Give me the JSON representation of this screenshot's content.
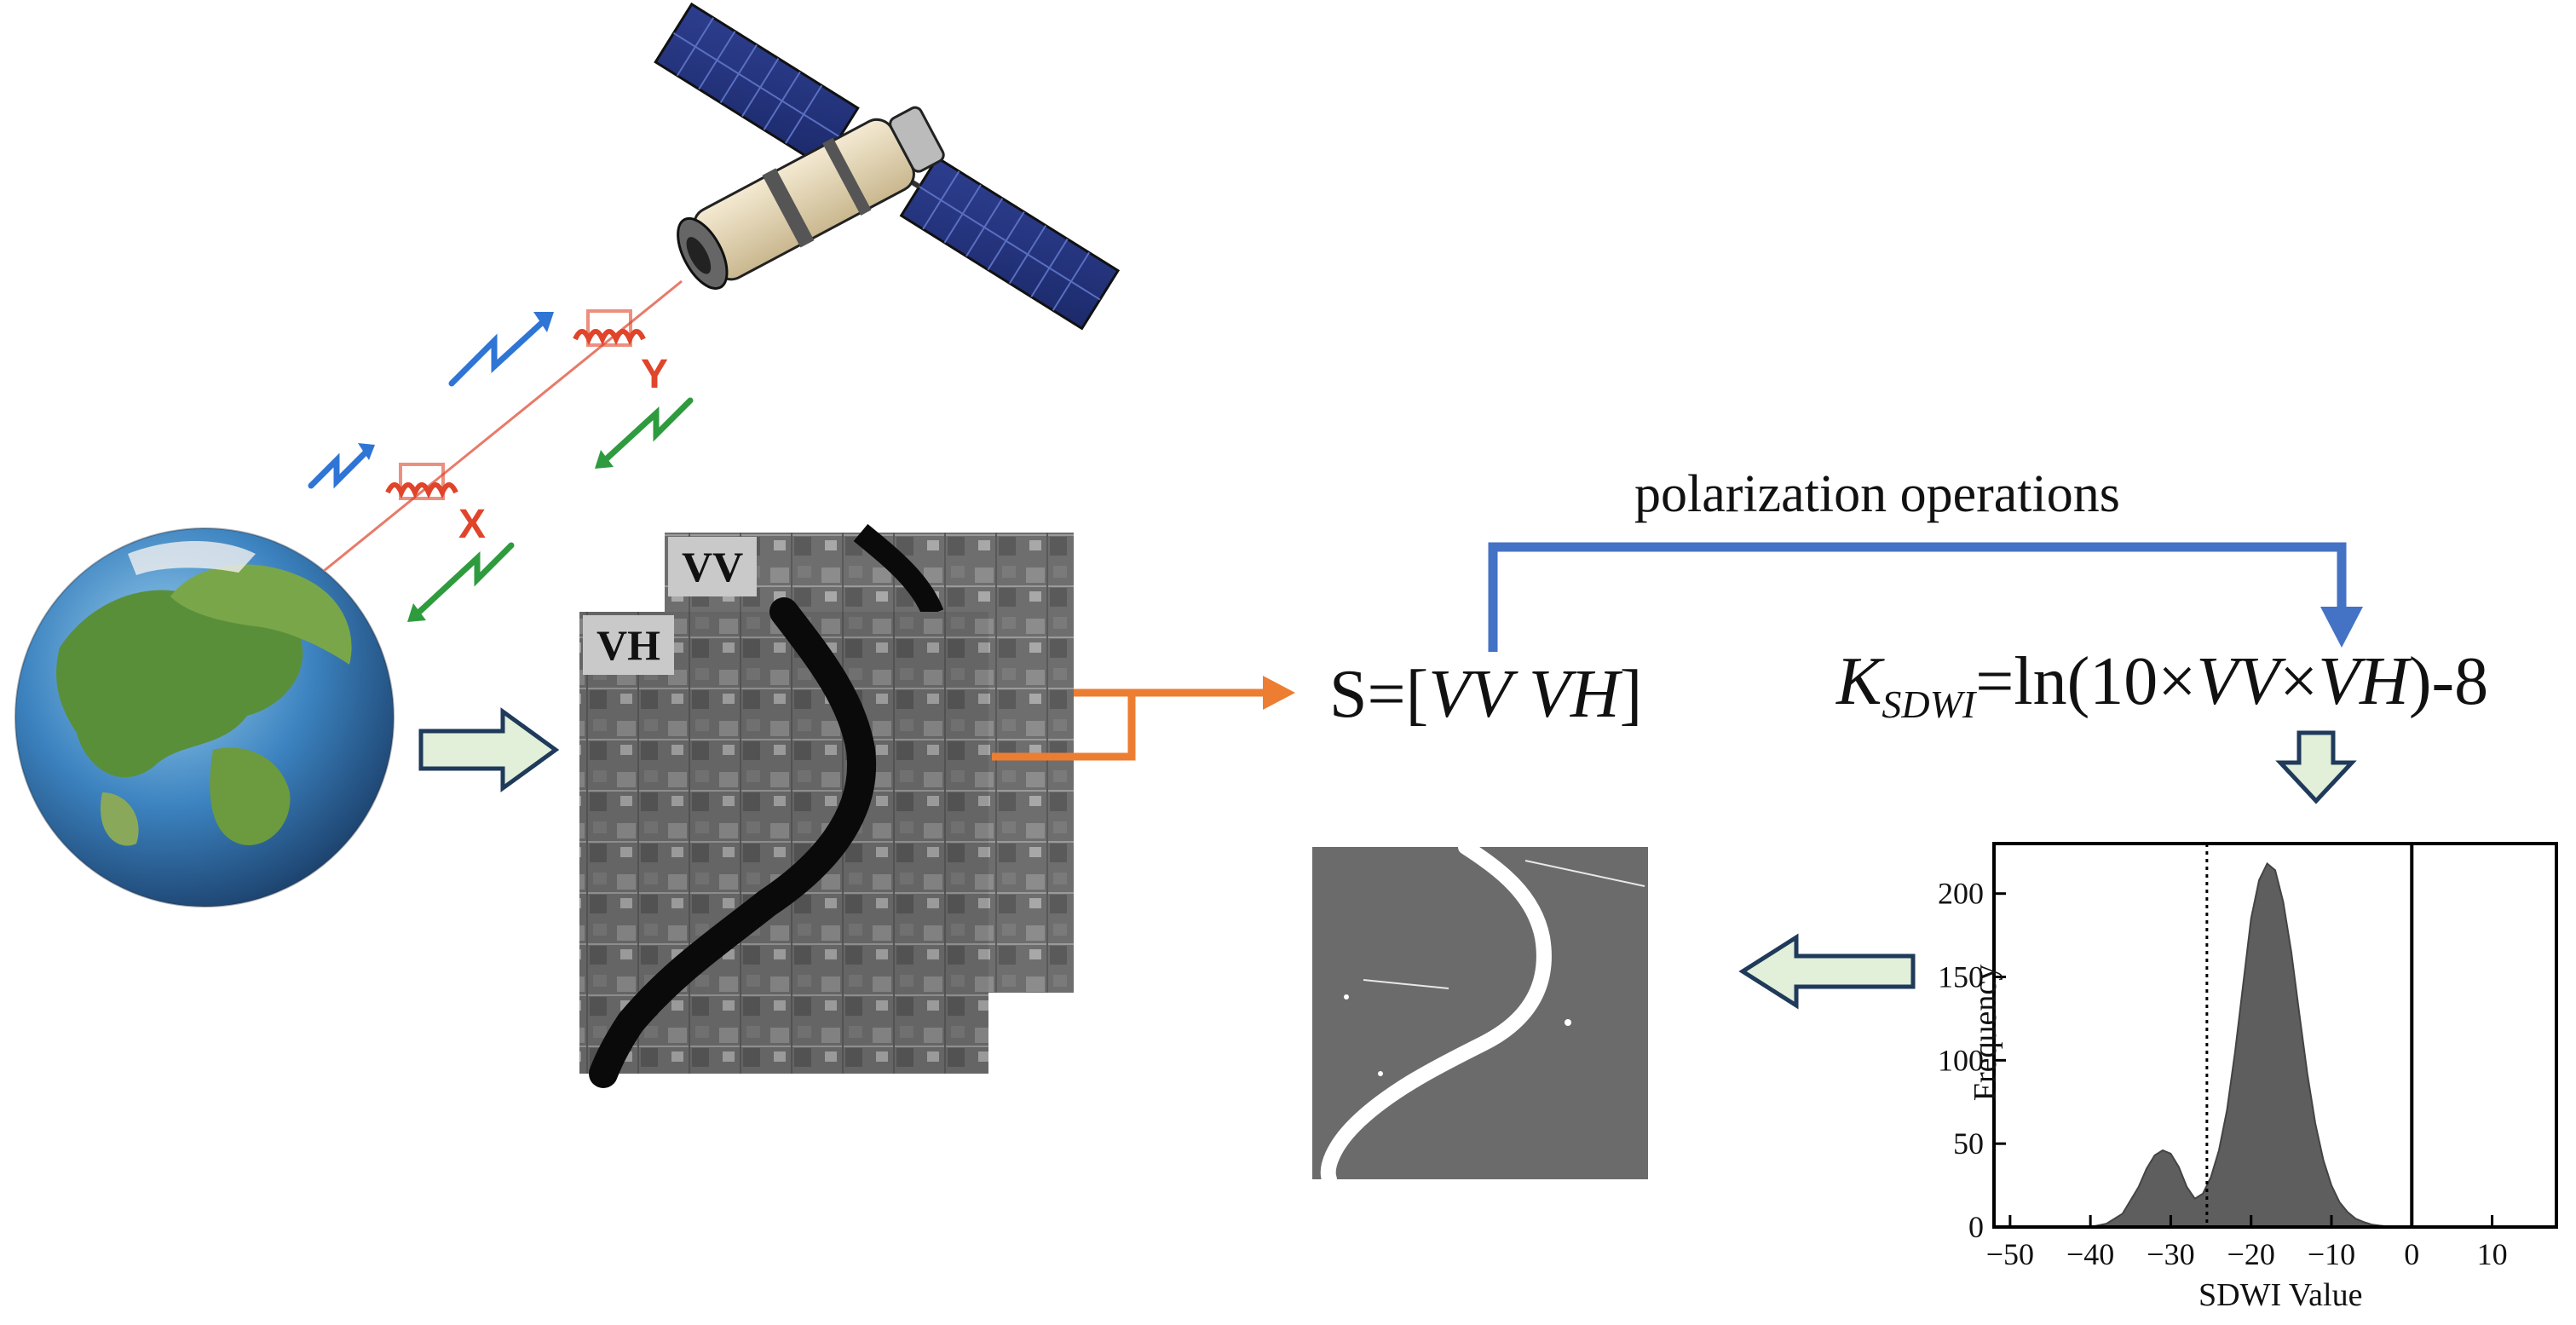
{
  "polarization": {
    "x_label": "X",
    "y_label": "Y"
  },
  "stack": {
    "vv_tag": "VV",
    "vh_tag": "VH"
  },
  "operations_label": "polarization operations",
  "formula_s": {
    "prefix": "S=[",
    "a": "VV",
    "b": "VH",
    "suffix": "]"
  },
  "formula_k": {
    "k": "K",
    "sub": "SDWI",
    "eq": "=ln(10×",
    "vv": "VV",
    "times": "×",
    "vh": "VH",
    "tail": ")-8"
  },
  "colors": {
    "orange": "#ed7d31",
    "blue": "#4472c4",
    "arrow_fill": "#e2efd9",
    "arrow_edge": "#1f3a5a",
    "signal_blue": "#2e75d6",
    "signal_green": "#2e9b3e",
    "antenna_red": "#e0442a"
  },
  "chart_data": {
    "type": "area",
    "xlabel": "SDWI Value",
    "ylabel": "Frequency",
    "xlim": [
      -52,
      18
    ],
    "ylim": [
      0,
      230
    ],
    "x_ticks": [
      -50,
      -40,
      -30,
      -20,
      -10,
      0,
      10
    ],
    "y_ticks": [
      0,
      50,
      100,
      150,
      200
    ],
    "threshold_x": -25.5,
    "zero_line_x": 0,
    "series": [
      {
        "x": [
          -50,
          -40,
          -38,
          -36,
          -34,
          -33,
          -32,
          -31,
          -30,
          -29,
          -28,
          -27,
          -26,
          -25,
          -24,
          -23,
          -22,
          -21,
          -20,
          -19,
          -18,
          -17,
          -16,
          -15,
          -14,
          -13,
          -12,
          -11,
          -10,
          -9,
          -8,
          -7,
          -6,
          -5,
          -4,
          -3,
          -2
        ],
        "values": [
          0,
          0,
          2,
          8,
          24,
          35,
          43,
          46,
          44,
          36,
          24,
          17,
          20,
          30,
          46,
          70,
          105,
          145,
          185,
          208,
          218,
          214,
          195,
          165,
          128,
          92,
          62,
          40,
          25,
          15,
          9,
          5,
          3,
          1.5,
          0.8,
          0.3,
          0
        ]
      }
    ]
  }
}
